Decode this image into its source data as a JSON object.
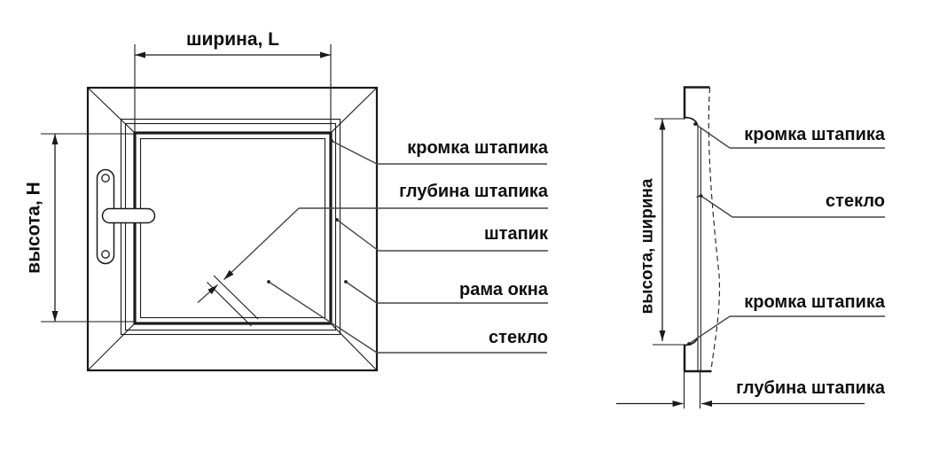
{
  "front_view": {
    "width_label": "ширина, L",
    "height_label": "высота, H",
    "callouts": [
      "кромка штапика",
      "глубина штапика",
      "штапик",
      "рама окна",
      "стекло"
    ]
  },
  "section_view": {
    "height_label": "высота, ширина",
    "callouts": [
      "кромка штапика",
      "стекло",
      "кромка штапика",
      "глубина штапика"
    ]
  },
  "colors": {
    "line": "#1a1a1a",
    "leader": "#454545",
    "text": "#0f0f0f",
    "background": "#ffffff"
  }
}
